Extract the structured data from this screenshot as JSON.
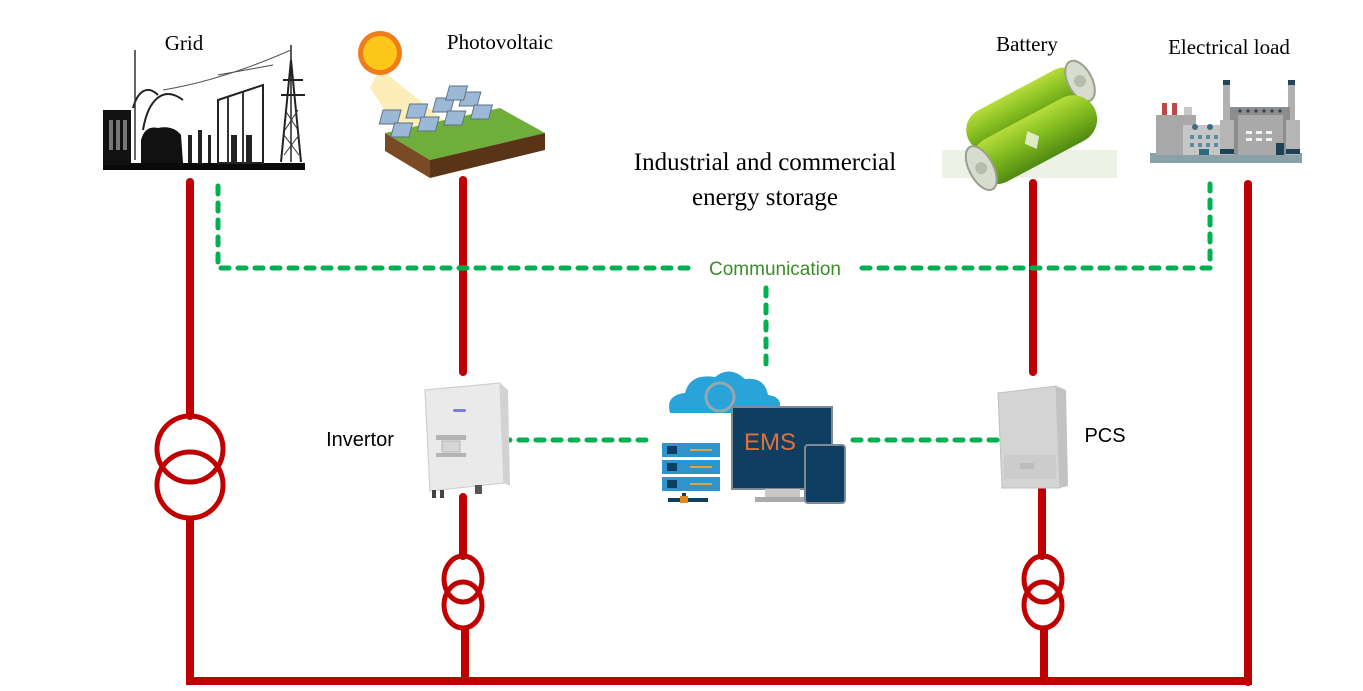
{
  "title": {
    "line1": "Industrial and commercial",
    "line2": "energy storage"
  },
  "nodes": {
    "grid": {
      "label": "Grid",
      "icon": "substation-icon"
    },
    "photovoltaic": {
      "label": "Photovoltaic",
      "icon": "solar-panel-icon"
    },
    "battery": {
      "label": "Battery",
      "icon": "battery-icon"
    },
    "load": {
      "label": "Electrical load",
      "icon": "factory-icon"
    },
    "invertor": {
      "label": "Invertor",
      "icon": "inverter-icon"
    },
    "pcs": {
      "label": "PCS",
      "icon": "pcs-icon"
    },
    "ems": {
      "label": "EMS",
      "icon": "ems-computer-icon"
    }
  },
  "links": {
    "communication_label": "Communication"
  },
  "colors": {
    "power_line": "#c00000",
    "communication_line": "#00b050",
    "communication_text": "#3c8c28",
    "ems_text": "#e0703a",
    "ems_screen": "#0e3f63",
    "cloud": "#2aa3d8"
  }
}
